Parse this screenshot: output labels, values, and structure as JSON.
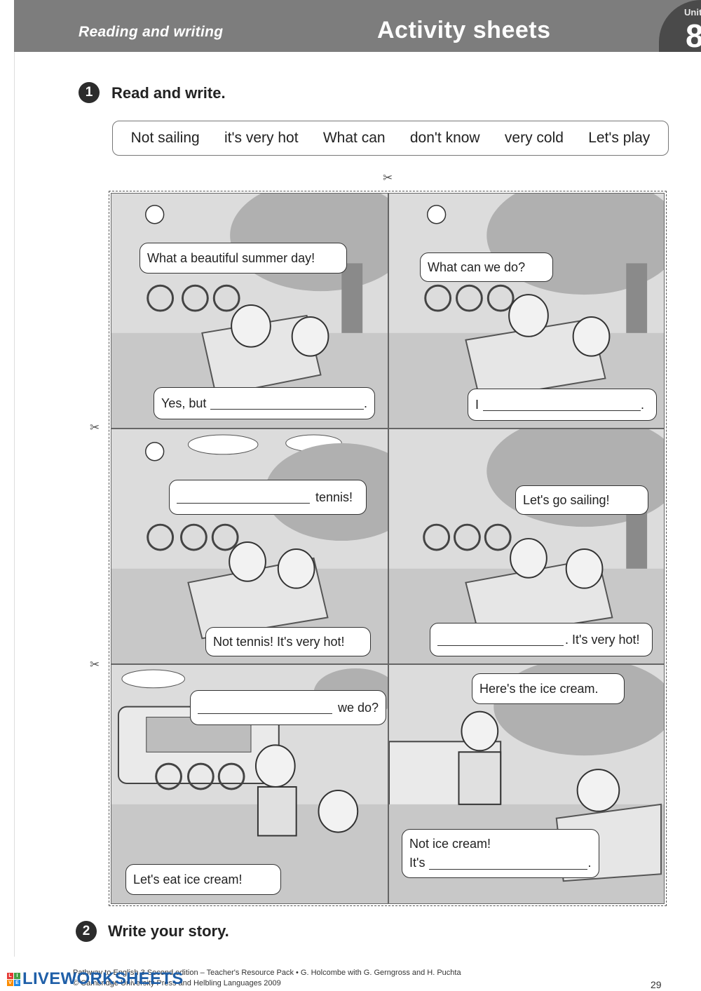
{
  "header": {
    "section": "Reading and writing",
    "title": "Activity sheets",
    "unit_label": "Unit",
    "unit_number": "8"
  },
  "exercise1": {
    "number": "1",
    "title": "Read and write.",
    "word_bank": [
      "Not sailing",
      "it's very hot",
      "What can",
      "don't know",
      "very cold",
      "Let's play"
    ]
  },
  "panels": [
    {
      "top": "What a beautiful summer day!",
      "bottom_prefix": "Yes, but",
      "bottom_suffix": "."
    },
    {
      "top": "What can we do?",
      "bottom_prefix": "I",
      "bottom_suffix": "."
    },
    {
      "top_suffix": "tennis!",
      "bottom": "Not tennis! It's very hot!"
    },
    {
      "top": "Let's go sailing!",
      "bottom_suffix": ". It's very hot!"
    },
    {
      "top_suffix": "we do?",
      "bottom": "Let's eat ice cream!"
    },
    {
      "top": "Here's the ice cream.",
      "bottom_line1": "Not ice cream!",
      "bottom_prefix": "It's",
      "bottom_suffix": "."
    }
  ],
  "exercise2": {
    "number": "2",
    "title": "Write your story."
  },
  "footer": {
    "line1": "Pathway to English 3 Second edition – Teacher's Resource Pack • G. Holcombe with G. Gerngross and H. Puchta",
    "line2": "© Cambridge University Press and Helbling Languages 2009",
    "page": "29",
    "logo": "LIVEWORKSHEETS"
  },
  "colors": {
    "header_band": "#7d7d7d",
    "logo_blue": "#1f5fa8"
  }
}
